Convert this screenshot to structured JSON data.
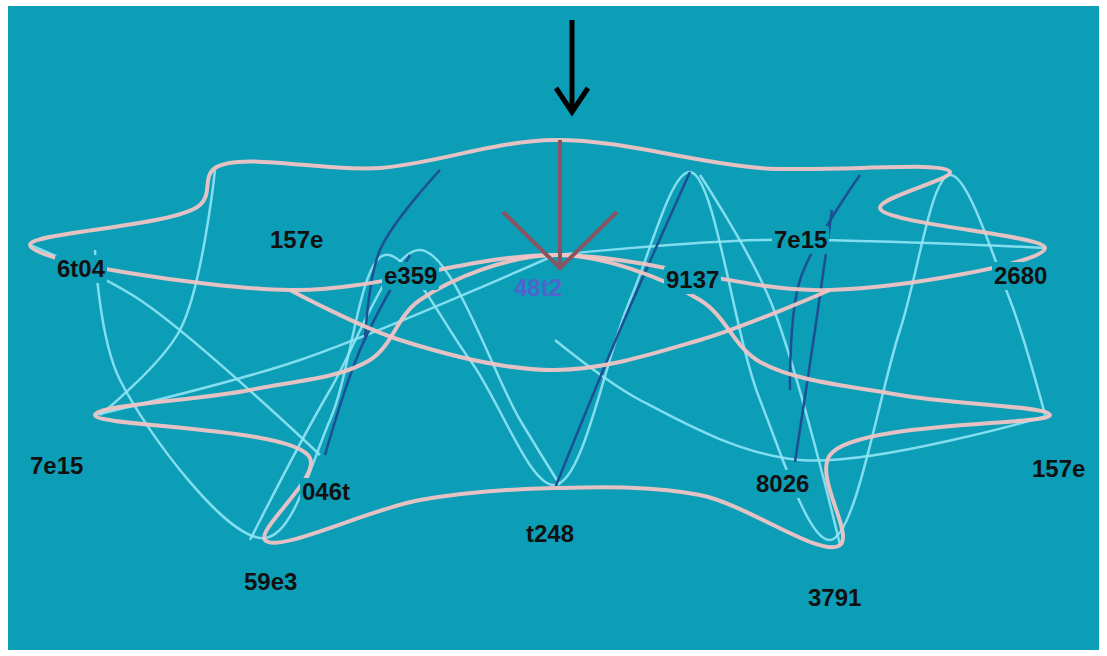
{
  "diagram": {
    "labels": [
      "6t04",
      "157e",
      "e359",
      "48t2",
      "9137",
      "7e15",
      "2680",
      "7e15",
      "046t",
      "8026",
      "157e",
      "t248",
      "59e3",
      "3791"
    ]
  }
}
